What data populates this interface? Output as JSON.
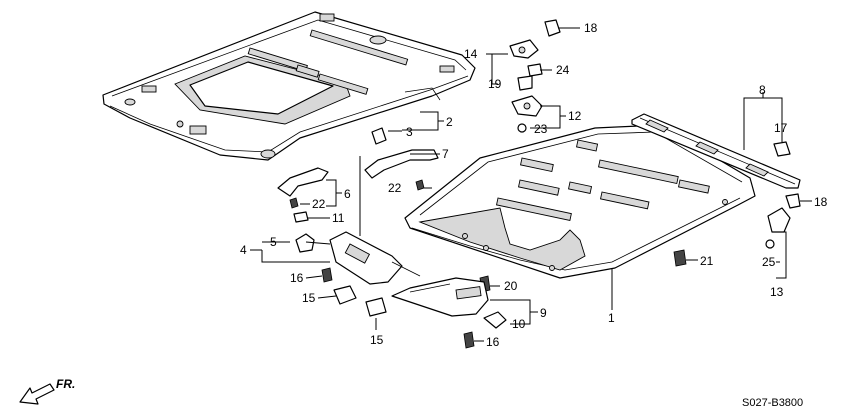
{
  "diagram": {
    "callouts": [
      {
        "id": "c1",
        "text": "1"
      },
      {
        "id": "c2",
        "text": "2"
      },
      {
        "id": "c3",
        "text": "3"
      },
      {
        "id": "c4",
        "text": "4"
      },
      {
        "id": "c5",
        "text": "5"
      },
      {
        "id": "c6",
        "text": "6"
      },
      {
        "id": "c7",
        "text": "7"
      },
      {
        "id": "c8",
        "text": "8"
      },
      {
        "id": "c9",
        "text": "9"
      },
      {
        "id": "c10",
        "text": "10"
      },
      {
        "id": "c11",
        "text": "11"
      },
      {
        "id": "c12",
        "text": "12"
      },
      {
        "id": "c13",
        "text": "13"
      },
      {
        "id": "c14",
        "text": "14"
      },
      {
        "id": "c15a",
        "text": "15"
      },
      {
        "id": "c15b",
        "text": "15"
      },
      {
        "id": "c16a",
        "text": "16"
      },
      {
        "id": "c16b",
        "text": "16"
      },
      {
        "id": "c17",
        "text": "17"
      },
      {
        "id": "c18a",
        "text": "18"
      },
      {
        "id": "c18b",
        "text": "18"
      },
      {
        "id": "c19",
        "text": "19"
      },
      {
        "id": "c20",
        "text": "20"
      },
      {
        "id": "c21",
        "text": "21"
      },
      {
        "id": "c22a",
        "text": "22"
      },
      {
        "id": "c22b",
        "text": "22"
      },
      {
        "id": "c23",
        "text": "23"
      },
      {
        "id": "c24",
        "text": "24"
      },
      {
        "id": "c25",
        "text": "25"
      }
    ],
    "front_label": "FR.",
    "code": "S027-B3800"
  }
}
